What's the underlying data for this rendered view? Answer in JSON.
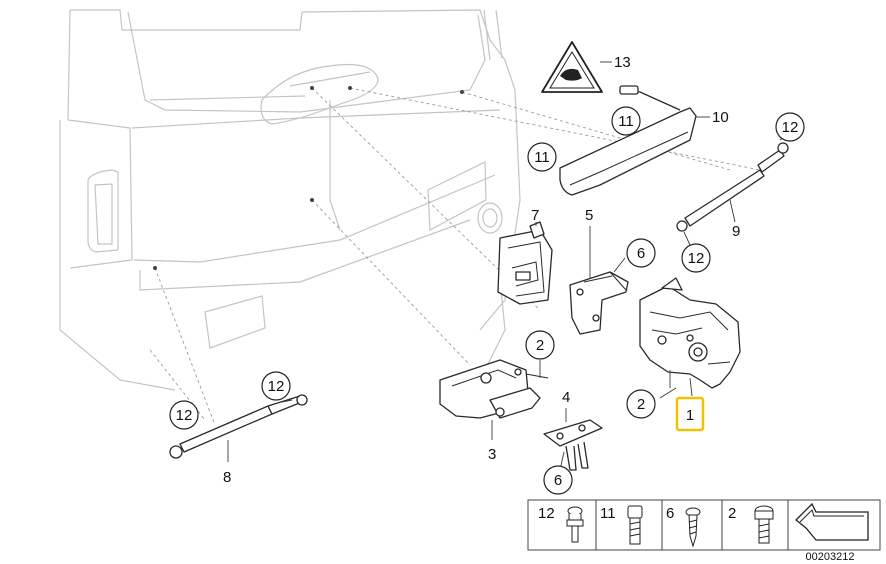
{
  "callouts": {
    "c1": "1",
    "c2a": "2",
    "c2b": "2",
    "c3": "3",
    "c4": "4",
    "c5": "5",
    "c6a": "6",
    "c6b": "6",
    "c7": "7",
    "c8": "8",
    "c9": "9",
    "c10": "10",
    "c11a": "11",
    "c11b": "11",
    "c12a": "12",
    "c12b": "12",
    "c12c": "12",
    "c12d": "12",
    "c13": "13"
  },
  "legend": [
    {
      "num": "12",
      "icon": "nut-fastener-icon"
    },
    {
      "num": "11",
      "icon": "hex-bolt-icon"
    },
    {
      "num": "6",
      "icon": "self-tapping-screw-icon"
    },
    {
      "num": "2",
      "icon": "torx-bolt-icon"
    }
  ],
  "reference_number": "00203212",
  "highlight_color": "#f2c200"
}
